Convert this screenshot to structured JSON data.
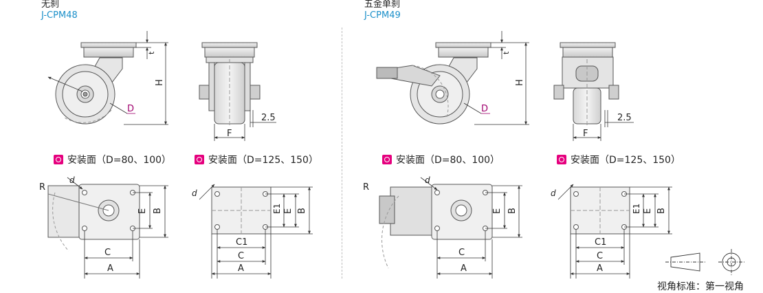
{
  "left_product": {
    "title": "无刹",
    "code": "J-CPM48"
  },
  "right_product": {
    "title": "五金单刹",
    "code": "J-CPM49"
  },
  "sections": {
    "mount_small": "安装面（D=80、100）",
    "mount_large": "安装面（D=125、150）"
  },
  "dims": {
    "H": "H",
    "t": "t",
    "D": "D",
    "F": "F",
    "gap": "2.5",
    "R": "R",
    "d": "d",
    "E": "E",
    "B": "B",
    "E1": "E1",
    "A": "A",
    "C": "C",
    "C1": "C1"
  },
  "projection_label": "视角标准：第一视角",
  "colors": {
    "accent_blue": "#1a8fc9",
    "accent_magenta": "#e5007e",
    "label_D": "#a0006e"
  }
}
